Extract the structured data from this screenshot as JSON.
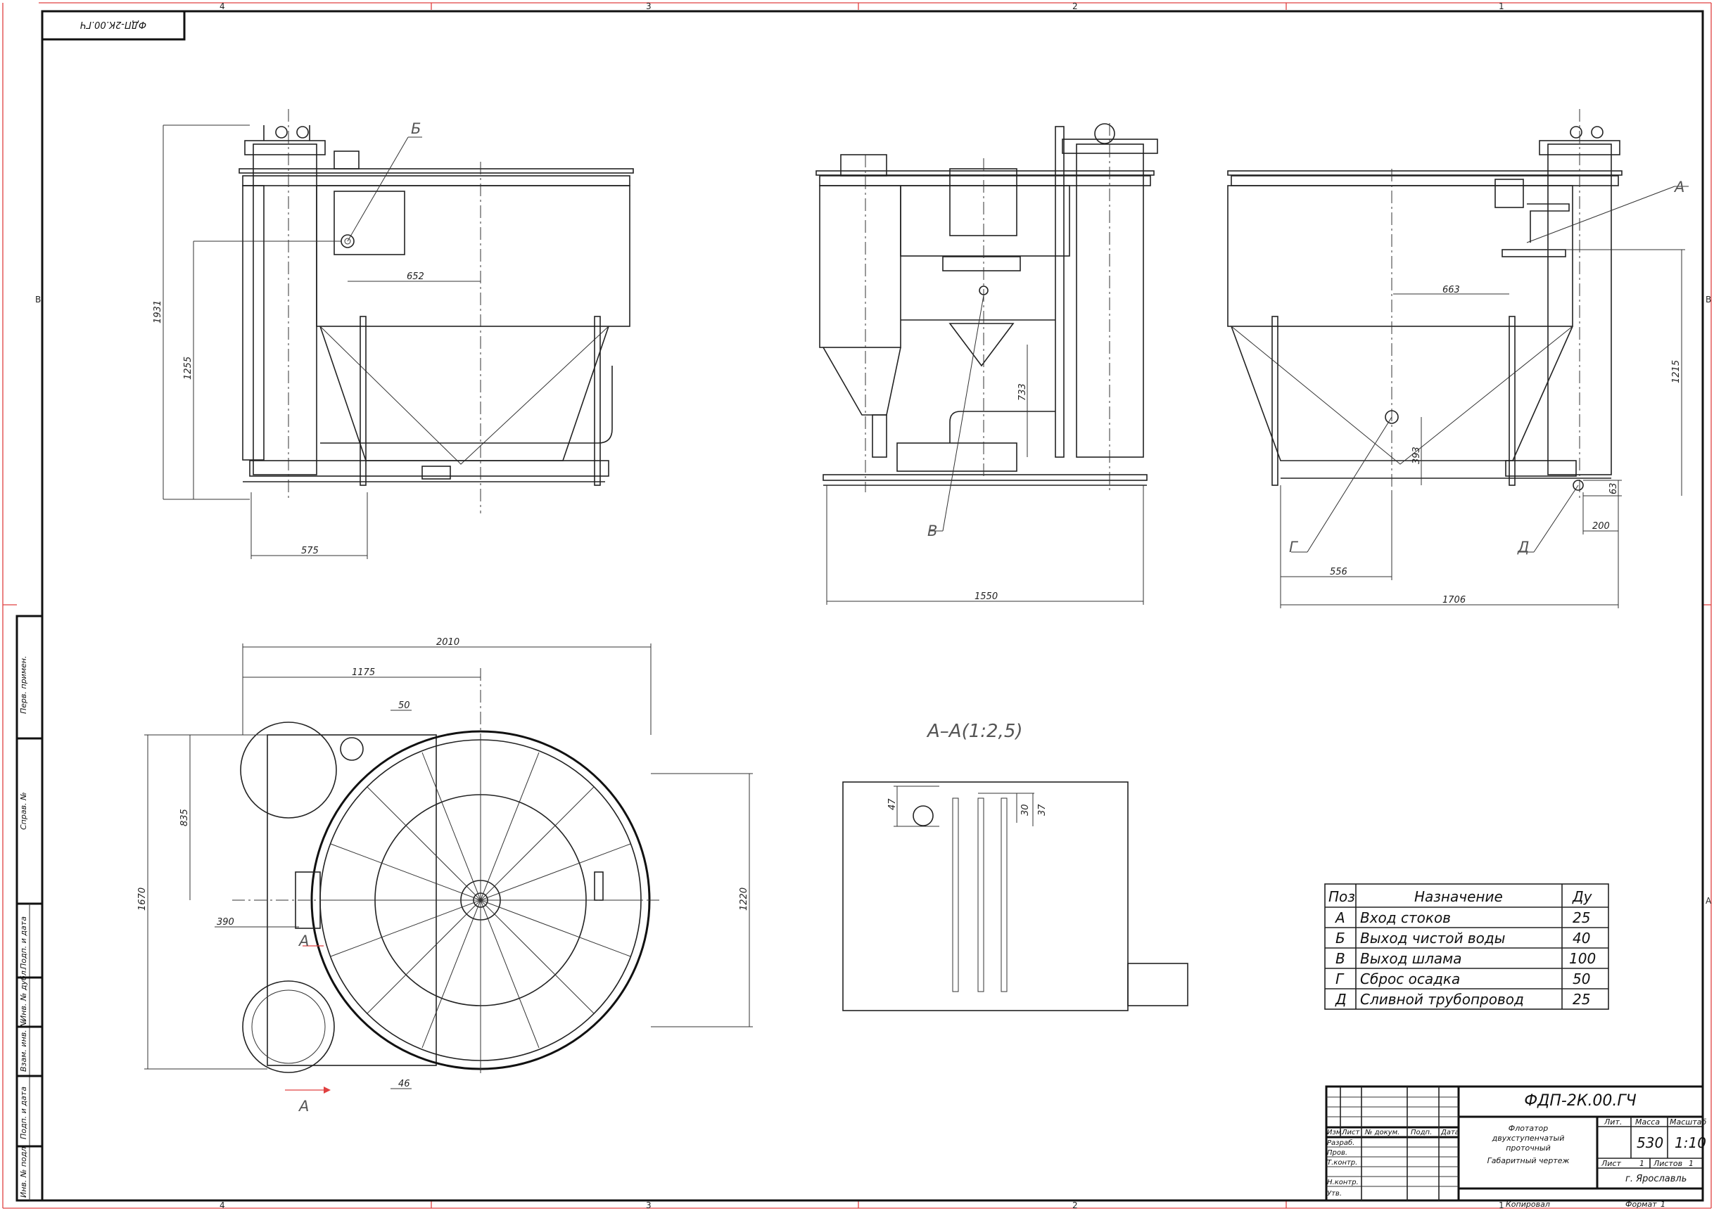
{
  "drawing": {
    "corner_code": "ФДП-2К.00.ГЧ",
    "zones_top": [
      "4",
      "3",
      "2",
      "1"
    ],
    "zones_side": [
      "В",
      "А"
    ],
    "section_title": "А–А(1:2,5)",
    "view_labels": [
      "Б",
      "А",
      "В",
      "Г",
      "Д",
      "А",
      "А"
    ],
    "dimensions": {
      "front_h1": "1931",
      "front_h2": "1255",
      "front_w": "575",
      "front_off": "652",
      "side_w": "1550",
      "side_h": "733",
      "right_w": "1706",
      "right_w2": "556",
      "right_off": "663",
      "right_h": "1215",
      "right_h2": "393",
      "right_h3": "63",
      "right_w3": "200",
      "plan_w": "2010",
      "plan_w2": "1175",
      "plan_d1": "50",
      "plan_h": "1670",
      "plan_h2": "835",
      "plan_h3": "1220",
      "plan_d2": "390",
      "plan_d3": "46",
      "sec_d1": "47",
      "sec_d2": "30",
      "sec_d3": "37"
    }
  },
  "side_stamps": [
    "Перв. примен.",
    "Справ. №",
    "Подп. и дата",
    "Инв. № дубл.",
    "Взам. инв. №",
    "Подп. и дата",
    "Инв. № подл."
  ],
  "pos_table": {
    "headers": [
      "Поз",
      "Назначение",
      "Ду"
    ],
    "rows": [
      {
        "pos": "А",
        "name": "Вход стоков",
        "du": "25"
      },
      {
        "pos": "Б",
        "name": "Выход чистой воды",
        "du": "40"
      },
      {
        "pos": "В",
        "name": "Выход шлама",
        "du": "100"
      },
      {
        "pos": "Г",
        "name": "Сброс осадка",
        "du": "50"
      },
      {
        "pos": "Д",
        "name": "Сливной трубопровод",
        "du": "25"
      }
    ]
  },
  "title_block": {
    "doc_code": "ФДП-2К.00.ГЧ",
    "title_lines": [
      "Флотатор",
      "двухступенчатый",
      "проточный",
      "Габаритный чертеж"
    ],
    "col_heads": [
      "Изм.",
      "Лист",
      "№ докум.",
      "Подп.",
      "Дата"
    ],
    "roles": [
      "Разраб.",
      "Пров.",
      "Т.контр.",
      "Н.контр.",
      "Утв."
    ],
    "lit": "Лит.",
    "mass_label": "Масса",
    "scale_label": "Масштаб",
    "mass": "530",
    "scale": "1:10",
    "sheet": "Лист",
    "sheet_no": "1",
    "sheets": "Листов",
    "sheets_no": "1",
    "org": "г. Ярославль",
    "copied": "Копировал",
    "format": "Формат",
    "format_no": "1"
  }
}
